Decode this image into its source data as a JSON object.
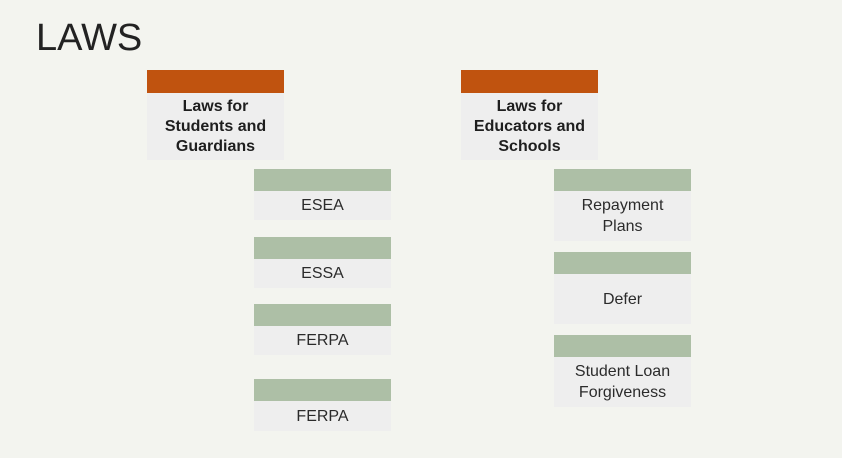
{
  "title": "LAWS",
  "colors": {
    "header_bar": "#c0530f",
    "item_bar": "#adbfa6",
    "box_bg": "#eeeeee",
    "background": "#f3f4ef"
  },
  "left": {
    "header": "Laws for Students and Guardians",
    "items": [
      "ESEA",
      "ESSA",
      "FERPA",
      "FERPA"
    ]
  },
  "right": {
    "header": "Laws for Educators and Schools",
    "items": [
      "Repayment Plans",
      "Defer",
      "Student Loan Forgiveness"
    ]
  }
}
